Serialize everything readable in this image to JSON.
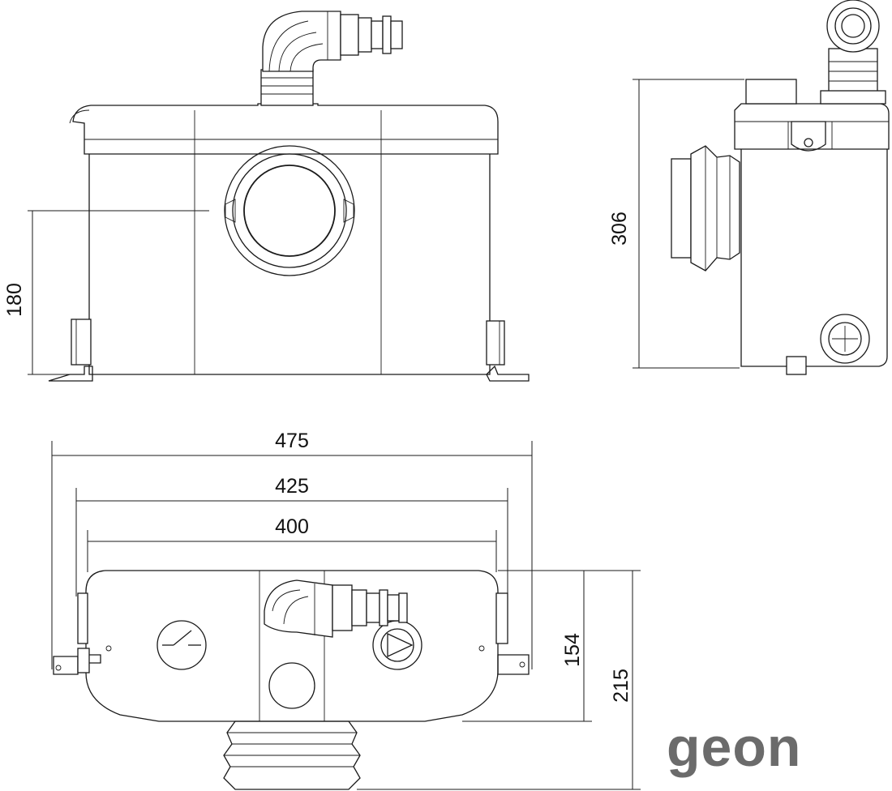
{
  "dimensions": {
    "front_height": "180",
    "side_height": "306",
    "width_outer": "475",
    "width_mid": "425",
    "width_inner": "400",
    "depth_body": "154",
    "depth_total": "215"
  },
  "logo": {
    "text": "geon"
  },
  "colors": {
    "line": "#1a1a1a",
    "logo": "#6b6b6b",
    "background": "#ffffff"
  }
}
